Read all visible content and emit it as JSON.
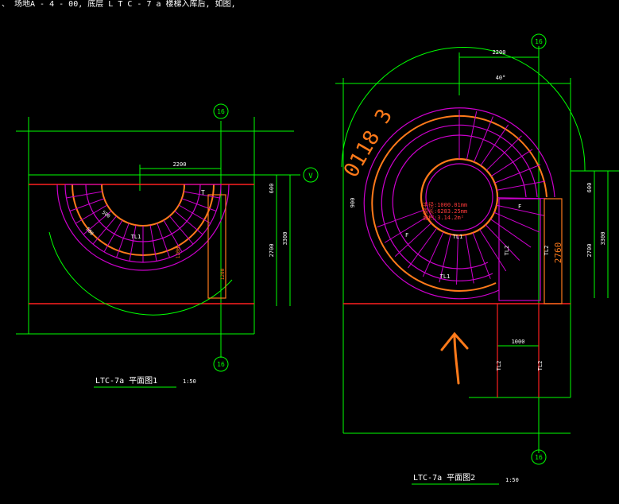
{
  "header_note": "、 场地A - 4 - 00, 底层 L T C - 7 a 楼梯入库后, 如图,",
  "colors": {
    "background": "#000000",
    "grid": "#00ff00",
    "red": "#ff2020",
    "magenta": "#cc00cc",
    "orange": "#ff7a1a",
    "white": "#ffffff"
  },
  "axis_labels": {
    "axis_16": "16",
    "axis_v": "V"
  },
  "plan1": {
    "title": "LTC-7a 平面图1",
    "scale": "1:50",
    "dim_top": "2200",
    "dim_side_a": "2700",
    "dim_side_b": "3300",
    "dim_side_small": "600",
    "tread_label": "TL1",
    "mark_t": "T",
    "rotated_dims": [
      "500",
      "500",
      "1200",
      "1200"
    ]
  },
  "plan2": {
    "title": "LTC-7a 平面图2",
    "scale": "1:50",
    "dim_top": "2200",
    "dim_angle": "40°",
    "dim_side_a": "2700",
    "dim_side_b": "3300",
    "dim_side_small": "600",
    "dim_left": "900",
    "dim_height": "2760",
    "dim_bottom": "1000",
    "tread_labels": [
      "TL1",
      "TL1",
      "TL2",
      "TL2"
    ],
    "handwritten_number": "0118 3",
    "area_text": [
      "半径:1000.01mm",
      "周长:6283.25mm",
      "面积:3.14.2m²"
    ],
    "mark_f": "F"
  }
}
